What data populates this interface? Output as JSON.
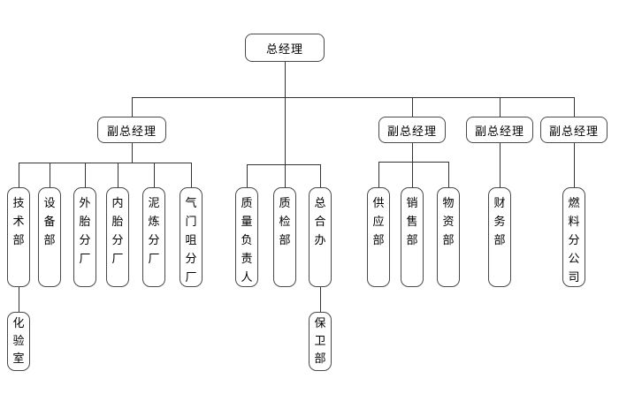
{
  "colors": {
    "background": "#ffffff",
    "box_fill": "#ffffff",
    "box_border": "#4a4a4a",
    "connector_line": "#333333",
    "text": "#000000"
  },
  "nodes": {
    "general_manager": "总经理",
    "deputy_gm_1": "副总经理",
    "deputy_gm_2": "副总经理",
    "deputy_gm_3": "副总经理",
    "deputy_gm_4": "副总经理",
    "tech_dept": "技术部",
    "equipment_dept": "设备部",
    "outer_tire_branch": "外胎分厂",
    "inner_tube_branch": "内胎分厂",
    "mixing_branch": "泥炼分厂",
    "valve_nozzle_branch": "气门咀分厂",
    "quality_manager": "质量负责人",
    "quality_inspection_dept": "质检部",
    "general_office": "总合办",
    "supply_dept": "供应部",
    "sales_dept": "销售部",
    "materials_dept": "物资部",
    "finance_dept": "财务部",
    "fuel_branch_company": "燃料分公司",
    "laboratory": "化验室",
    "security_dept": "保卫部"
  },
  "edges": [
    [
      "general_manager",
      "deputy_gm_1"
    ],
    [
      "general_manager",
      "quality_manager"
    ],
    [
      "general_manager",
      "quality_inspection_dept"
    ],
    [
      "general_manager",
      "general_office"
    ],
    [
      "general_manager",
      "deputy_gm_2"
    ],
    [
      "general_manager",
      "deputy_gm_3"
    ],
    [
      "general_manager",
      "deputy_gm_4"
    ],
    [
      "deputy_gm_1",
      "tech_dept"
    ],
    [
      "deputy_gm_1",
      "equipment_dept"
    ],
    [
      "deputy_gm_1",
      "outer_tire_branch"
    ],
    [
      "deputy_gm_1",
      "inner_tube_branch"
    ],
    [
      "deputy_gm_1",
      "mixing_branch"
    ],
    [
      "deputy_gm_1",
      "valve_nozzle_branch"
    ],
    [
      "deputy_gm_2",
      "supply_dept"
    ],
    [
      "deputy_gm_2",
      "sales_dept"
    ],
    [
      "deputy_gm_2",
      "materials_dept"
    ],
    [
      "deputy_gm_3",
      "finance_dept"
    ],
    [
      "deputy_gm_4",
      "fuel_branch_company"
    ],
    [
      "tech_dept",
      "laboratory"
    ],
    [
      "general_office",
      "security_dept"
    ]
  ]
}
